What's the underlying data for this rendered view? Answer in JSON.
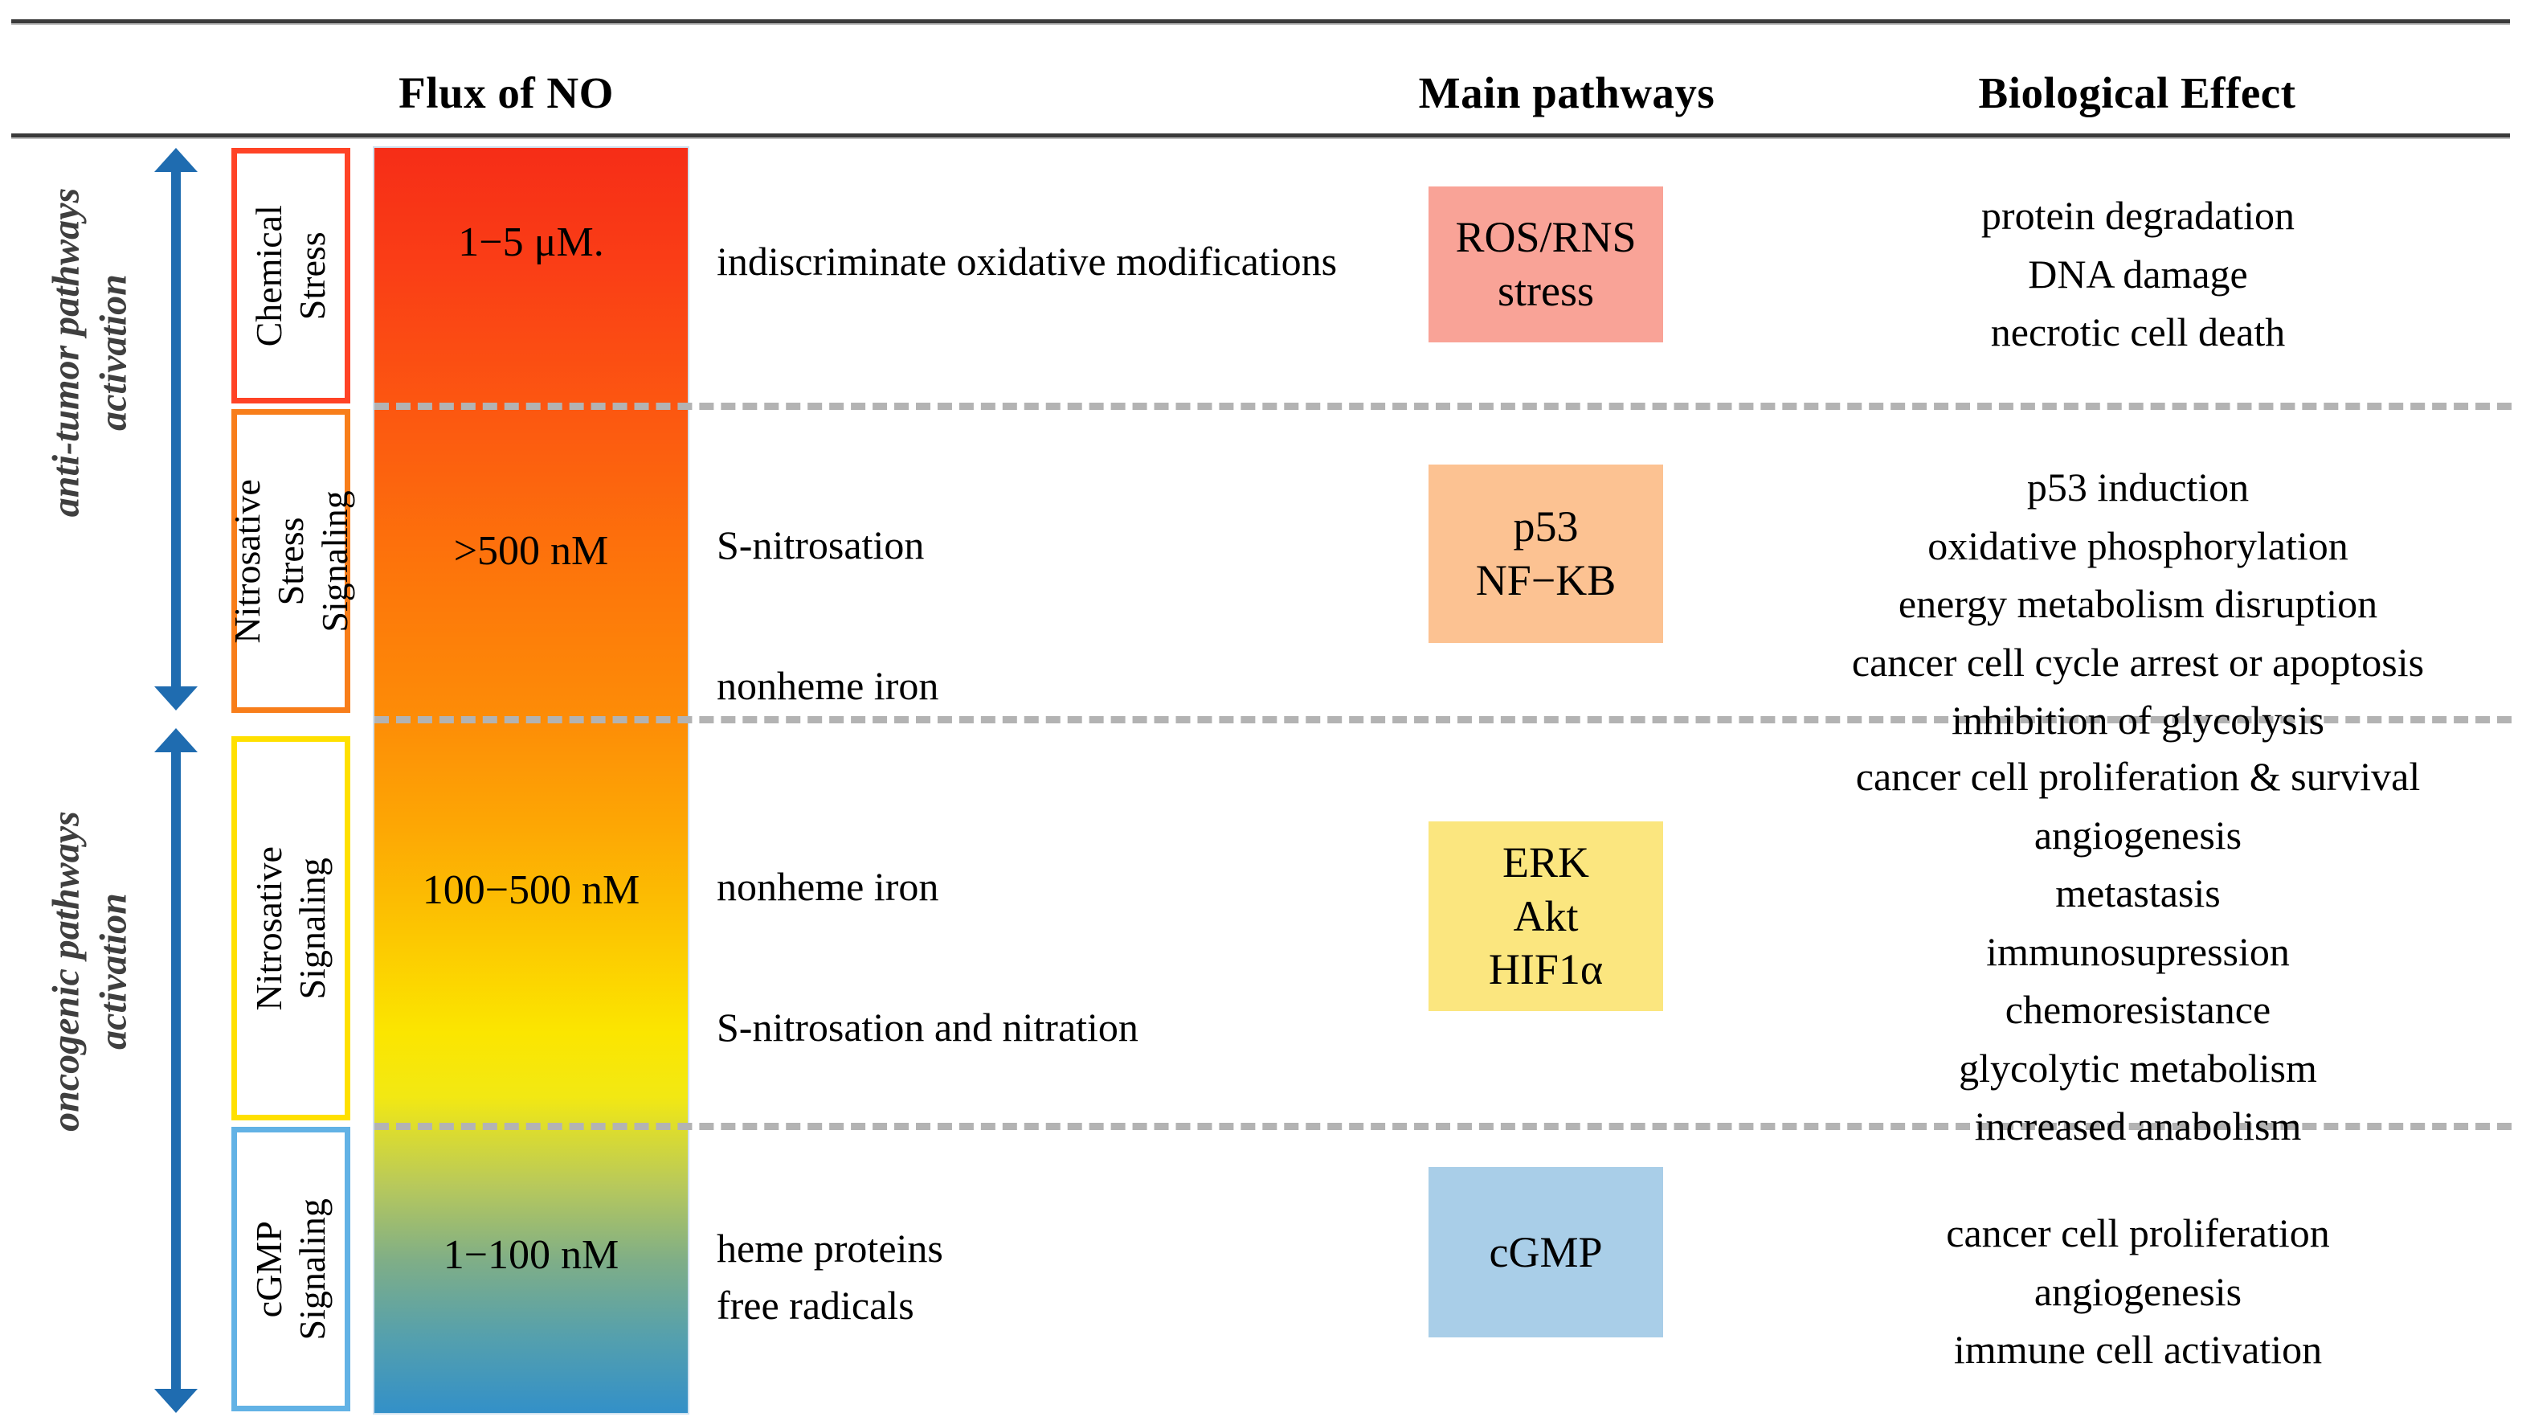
{
  "headers": {
    "flux": "Flux of NO",
    "pathways": "Main pathways",
    "effect": "Biological Effect"
  },
  "groups": [
    {
      "name": "anti-tumor",
      "label": "anti-tumor pathways\nactivation",
      "arrow": "double-vertical-arrow",
      "color": "#1F6CB0"
    },
    {
      "name": "oncogenic",
      "label": "oncogenic pathways\nactivation",
      "arrow": "double-vertical-arrow",
      "color": "#1F6CB0"
    }
  ],
  "rows": [
    {
      "category": "Chemical\nStress",
      "category_border_color": "#FF4326",
      "concentration": "1−5 μM.",
      "mechanism": "indiscriminate oxidative modifications",
      "pathway": "ROS/RNS\nstress",
      "pathway_color": "#F9A397",
      "effects": "protein degradation\nDNA damage\nnecrotic cell death"
    },
    {
      "category": "Nitrosative\nStress Signaling",
      "category_border_color": "#F87E1A",
      "concentration": ">500 nM",
      "mechanism": "S-nitrosation\n\nnonheme iron",
      "pathway": "p53\nNF−KB",
      "pathway_color": "#FCC292",
      "effects": "p53 induction\noxidative phosphorylation\nenergy metabolism disruption\ncancer cell cycle arrest or apoptosis\ninhibition of glycolysis"
    },
    {
      "category": "Nitrosative\nSignaling",
      "category_border_color": "#FFE000",
      "concentration": "100−500 nM",
      "mechanism": "nonheme iron\n\nS-nitrosation and nitration",
      "pathway": "ERK\nAkt\nHIF1α",
      "pathway_color": "#FBE67F",
      "effects": "cancer cell proliferation & survival\nangiogenesis\nmetastasis\nimmunosupression\nchemoresistance\nglycolytic metabolism\nincreased anabolism"
    },
    {
      "category": "cGMP\nSignaling",
      "category_border_color": "#62B2E5",
      "concentration": "1−100 nM",
      "mechanism": "heme proteins\nfree radicals",
      "pathway": "cGMP",
      "pathway_color": "#A9CEE8",
      "effects": "cancer cell proliferation\nangiogenesis\nimmune cell activation"
    }
  ],
  "gradient": {
    "name": "no-flux-gradient",
    "description": "vertical colour scale from red at top (highest NO flux) through orange, yellow, green to blue at bottom (lowest NO flux)",
    "stops": [
      "#F62D17",
      "#FD740B",
      "#FDA804",
      "#FBE600",
      "#7FAE87",
      "#3390C8"
    ]
  },
  "separators": {
    "style": "dashed",
    "color": "#b3b3b3",
    "count": 3
  }
}
